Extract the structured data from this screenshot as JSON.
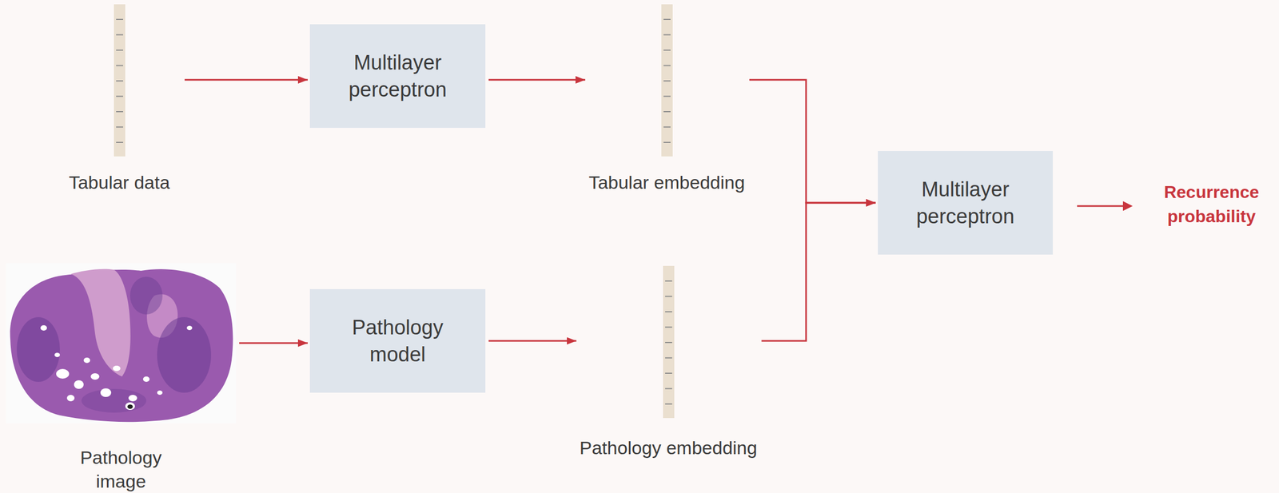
{
  "diagram": {
    "nodes": [
      {
        "text": [
          "Tabular data"
        ]
      },
      {
        "text": [
          "Multilayer perceptron"
        ]
      },
      {
        "text": [
          "Tabular embedding"
        ]
      },
      {
        "text": [
          "Pathology image"
        ]
      },
      {
        "text": [
          "Pathology model"
        ]
      },
      {
        "text": [
          "Pathology embedding"
        ]
      },
      {
        "text": [
          "Multilayer perceptron"
        ]
      }
    ],
    "edges": [
      {
        "from": 0,
        "to": 1,
        "arrow": "to"
      },
      {
        "from": 1,
        "to": 2,
        "arrow": "to"
      },
      {
        "from": 3,
        "to": 4,
        "arrow": "to"
      },
      {
        "from": 4,
        "to": 5,
        "arrow": "to"
      },
      {
        "from": 2,
        "to": 6,
        "arrow": "to"
      },
      {
        "from": 5,
        "to": 6,
        "arrow": "to"
      }
    ],
    "labels": [
      "Recurrence probability"
    ]
  }
}
